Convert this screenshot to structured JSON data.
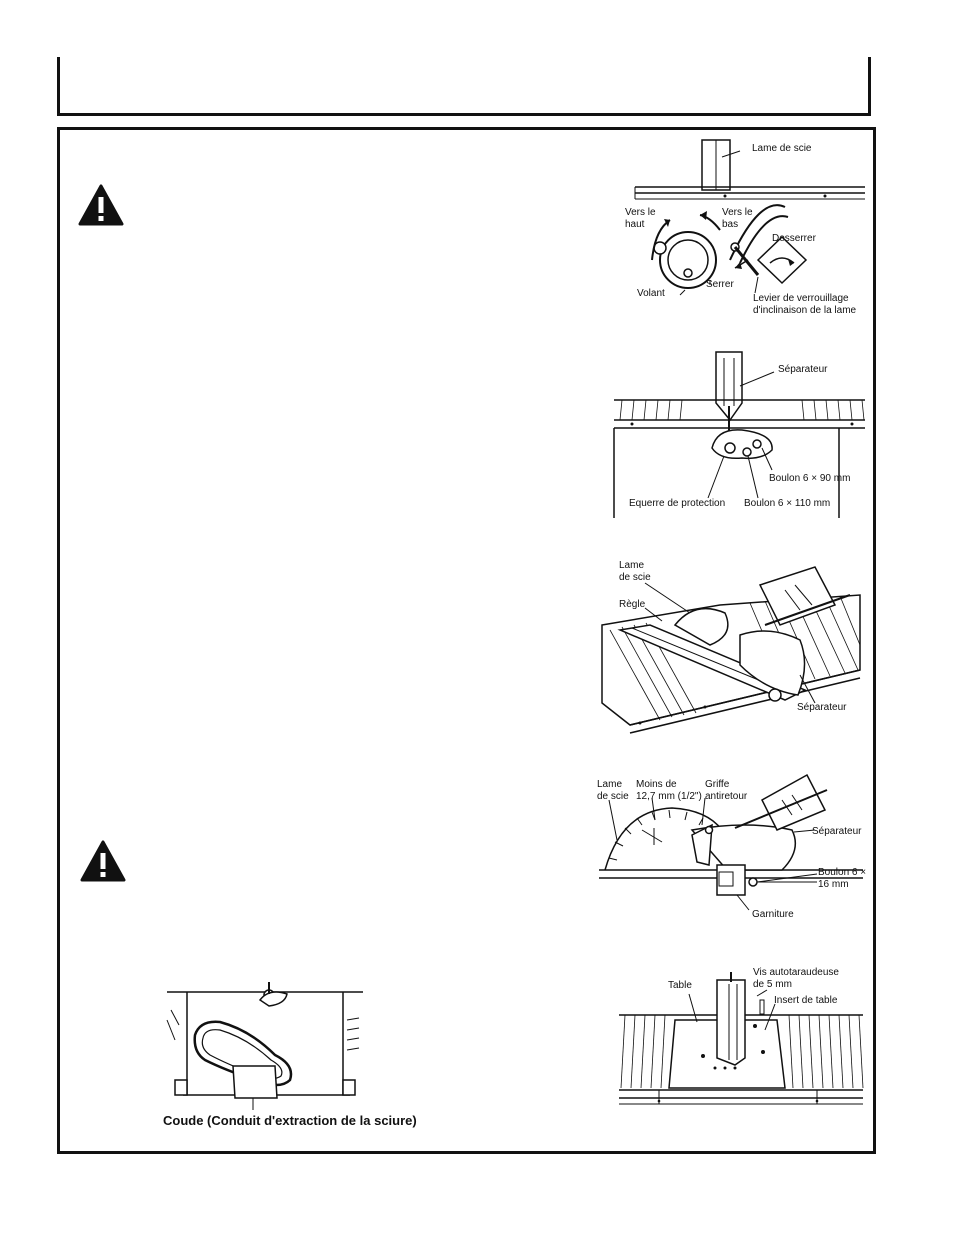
{
  "figures": {
    "fig1": {
      "labels": {
        "lame_de_scie": "Lame de scie",
        "vers_le_haut": "Vers le\nhaut",
        "vers_le_bas": "Vers le\nbas",
        "desserrer": "Desserrer",
        "serrer": "Serrer",
        "volant": "Volant",
        "levier": "Levier de verrouillage\nd'inclinaison de la lame"
      }
    },
    "fig2": {
      "labels": {
        "separateur": "Séparateur",
        "boulon_90": "Boulon 6 × 90 mm",
        "equerre": "Equerre de protection",
        "boulon_110": "Boulon 6 × 110 mm"
      }
    },
    "fig3": {
      "labels": {
        "lame_de_scie": "Lame\nde scie",
        "regle": "Règle",
        "separateur": "Séparateur"
      }
    },
    "fig4": {
      "labels": {
        "lame_de_scie": "Lame\nde scie",
        "moins_de": "Moins de\n12,7 mm (1/2\")",
        "griffe": "Griffe\nantiretour",
        "separateur": "Séparateur",
        "boulon_16": "Boulon 6 ×\n16 mm",
        "garniture": "Garniture"
      }
    },
    "fig5": {
      "labels": {
        "vis": "Vis autotaraudeuse\nde 5 mm",
        "table": "Table",
        "insert": "Insert de table"
      }
    },
    "fig6": {
      "caption": "Coude (Conduit d'extraction de la sciure)"
    }
  }
}
